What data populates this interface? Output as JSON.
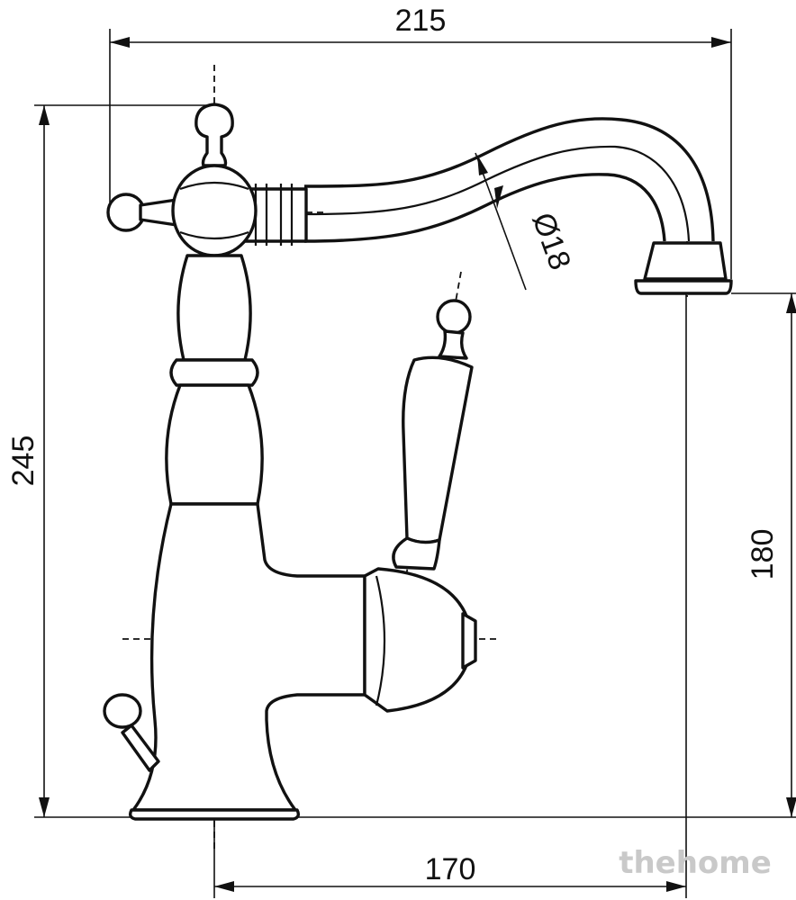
{
  "dimensions": {
    "width_total": "215",
    "height_total": "245",
    "outlet_height": "180",
    "reach": "170",
    "spout_diameter": "Ø18"
  },
  "watermark": "thehome",
  "colors": {
    "line": "#111111",
    "background": "#ffffff",
    "watermark": "#c9c9c9"
  }
}
